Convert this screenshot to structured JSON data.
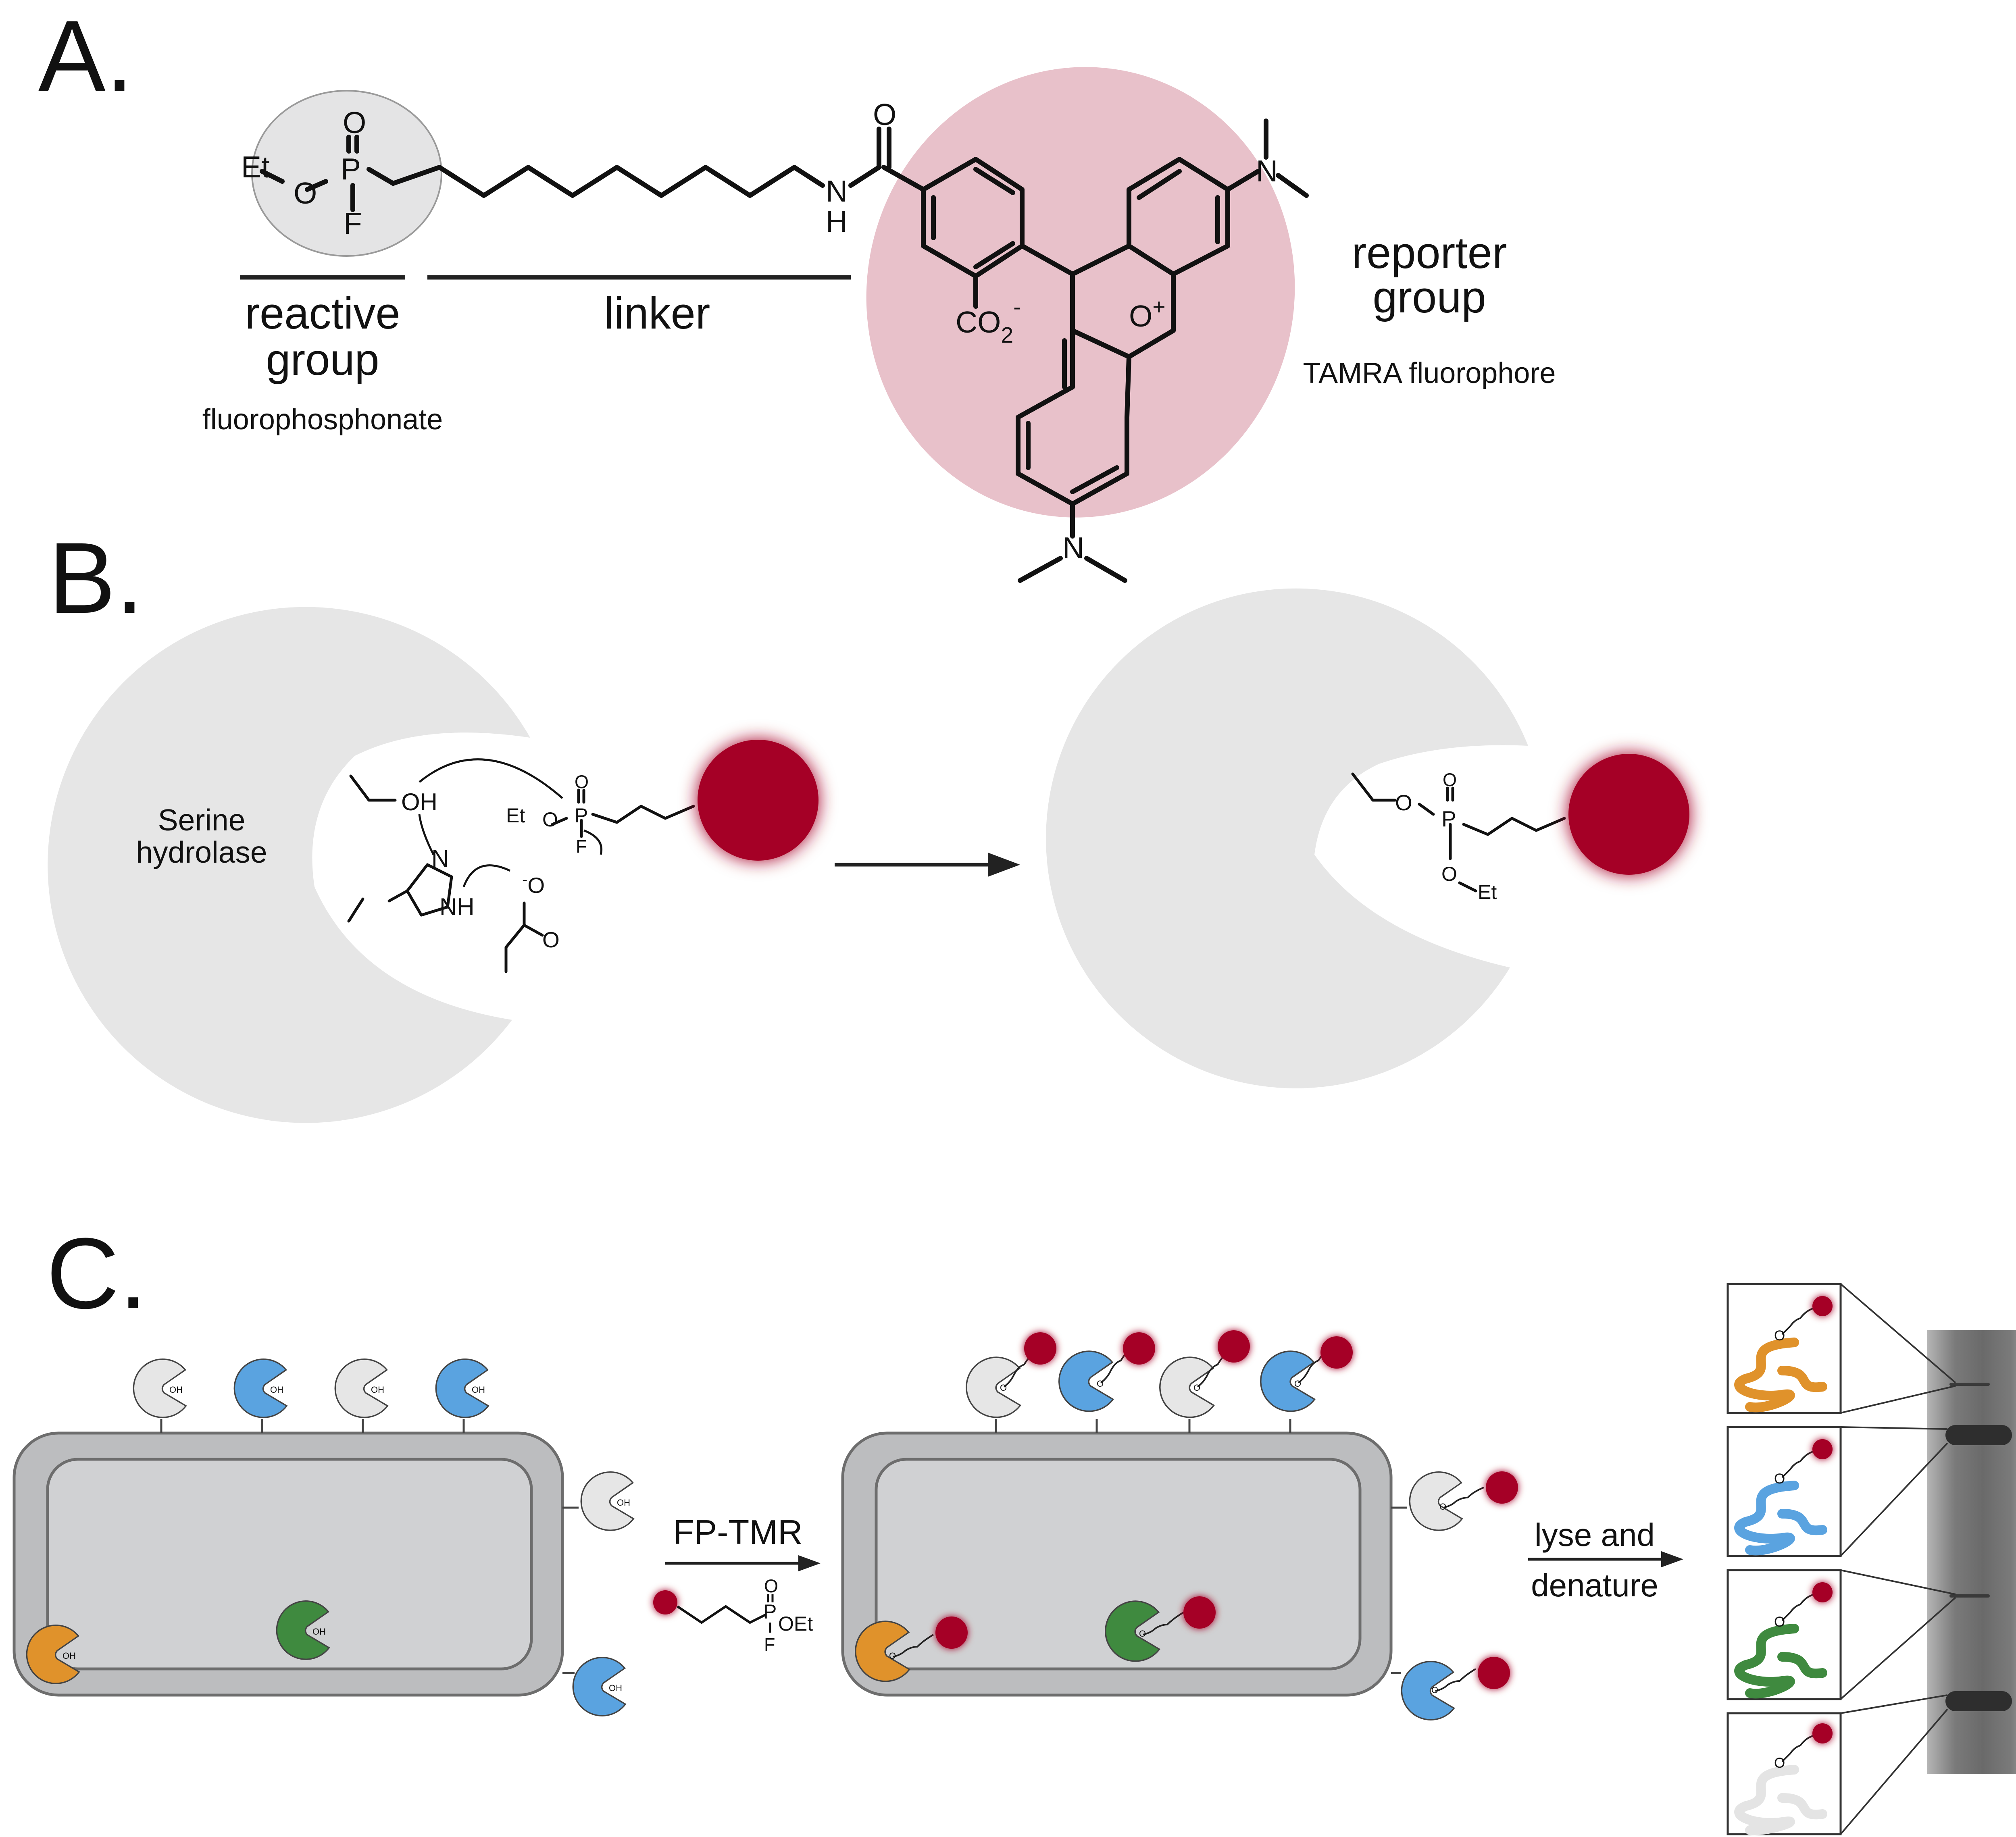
{
  "panels": {
    "a": {
      "letter": "A.",
      "reactive_label_1": "reactive",
      "reactive_label_2": "group",
      "reactive_sub": "fluorophosphonate",
      "linker_label": "linker",
      "reporter_label_1": "reporter",
      "reporter_label_2": "group",
      "reporter_sub": "TAMRA fluorophore",
      "atoms": {
        "et": "Et",
        "o": "O",
        "p": "P",
        "f": "F",
        "n": "N",
        "h": "H",
        "co2": "CO",
        "sub2": "2",
        "minus": "-",
        "o_plus": "O",
        "plus": "+"
      }
    },
    "b": {
      "letter": "B.",
      "enzyme_label_1": "Serine",
      "enzyme_label_2": "hydrolase",
      "atoms": {
        "oh": "OH",
        "n": "N",
        "nh": "NH",
        "et": "Et",
        "o": "O",
        "p": "P",
        "f": "F",
        "minus": "-"
      }
    },
    "c": {
      "letter": "C.",
      "reagent_label": "FP-TMR",
      "step_label_1": "lyse and",
      "step_label_2": "denature",
      "oh": "OH",
      "o": "O",
      "reagent_atoms": {
        "o": "O",
        "p": "P",
        "oet": "OEt",
        "f": "F"
      }
    }
  },
  "colors": {
    "reactive_bg": "#e4e4e5",
    "reporter_bg": "#e8c1ca",
    "enzyme_gray": "#e6e6e6",
    "probe_red": "#a50026",
    "cell_outer": "#bcbdbf",
    "cell_inner": "#d0d1d3",
    "enzyme_blue": "#5aa3e0",
    "enzyme_orange": "#e0922b",
    "enzyme_green": "#3f8a3f",
    "gel_lane": "#6d6d6d",
    "gel_band": "#2e2e2e"
  }
}
